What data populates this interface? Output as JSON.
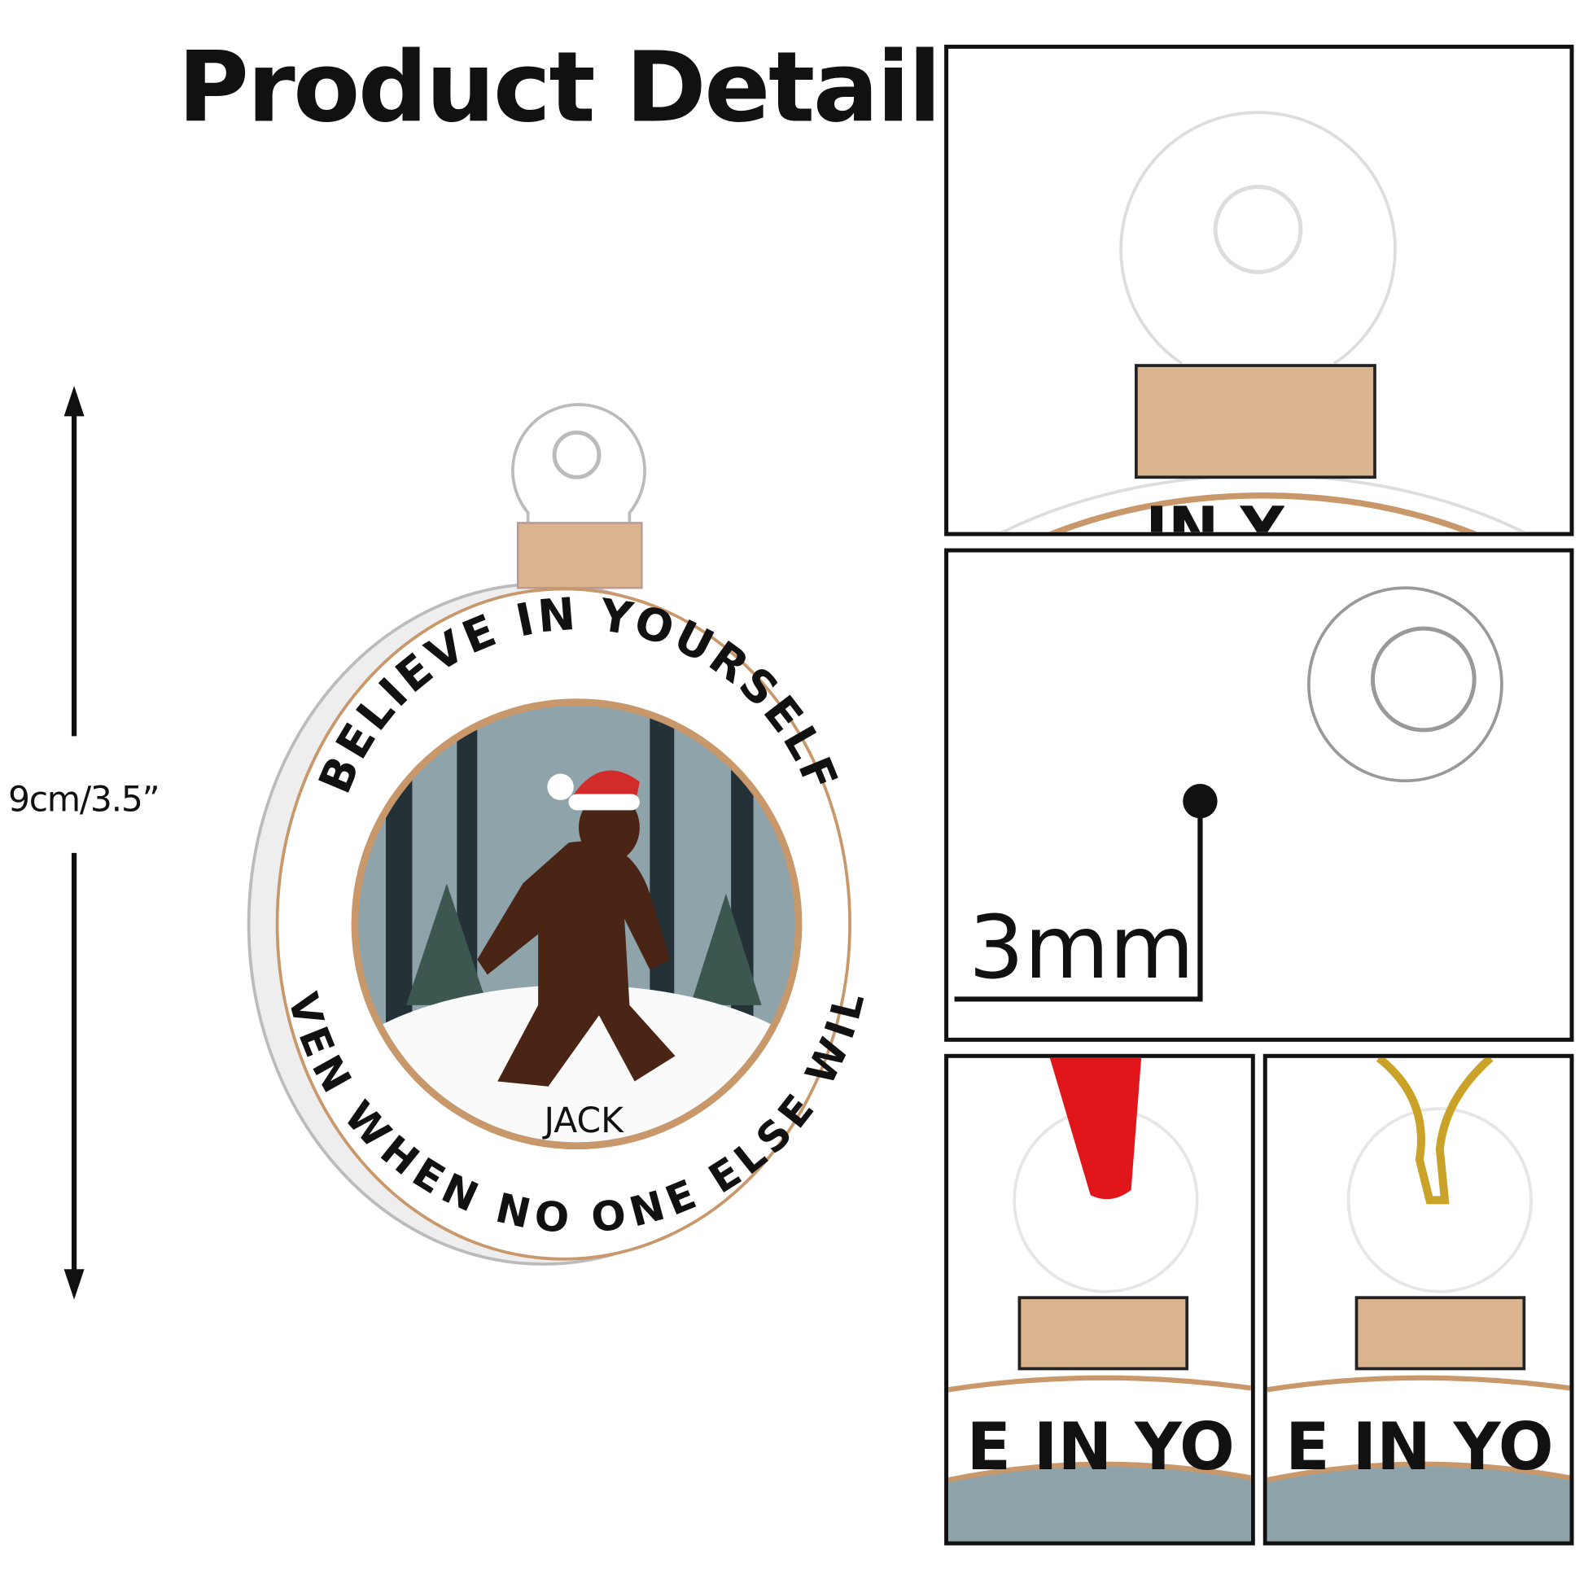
{
  "header": {
    "title": "Product Detail"
  },
  "dimension": {
    "height_label": "9cm/3.5”"
  },
  "ornament": {
    "top_text": "BELIEVE IN YOURSELF",
    "bottom_text": "EVEN WHEN NO ONE ELSE WILL",
    "name": "JACK"
  },
  "detail_panels": {
    "thickness_label": "3mm",
    "crop_text": "E IN YO",
    "top_crop_text": "IN Y"
  },
  "colors": {
    "wood": "#d9b48e",
    "scene": "#8a9ea6",
    "bigfoot": "#4a2414",
    "hat": "#d32a2a",
    "ribbon": "#e0161b",
    "gold": "#c9a227"
  }
}
